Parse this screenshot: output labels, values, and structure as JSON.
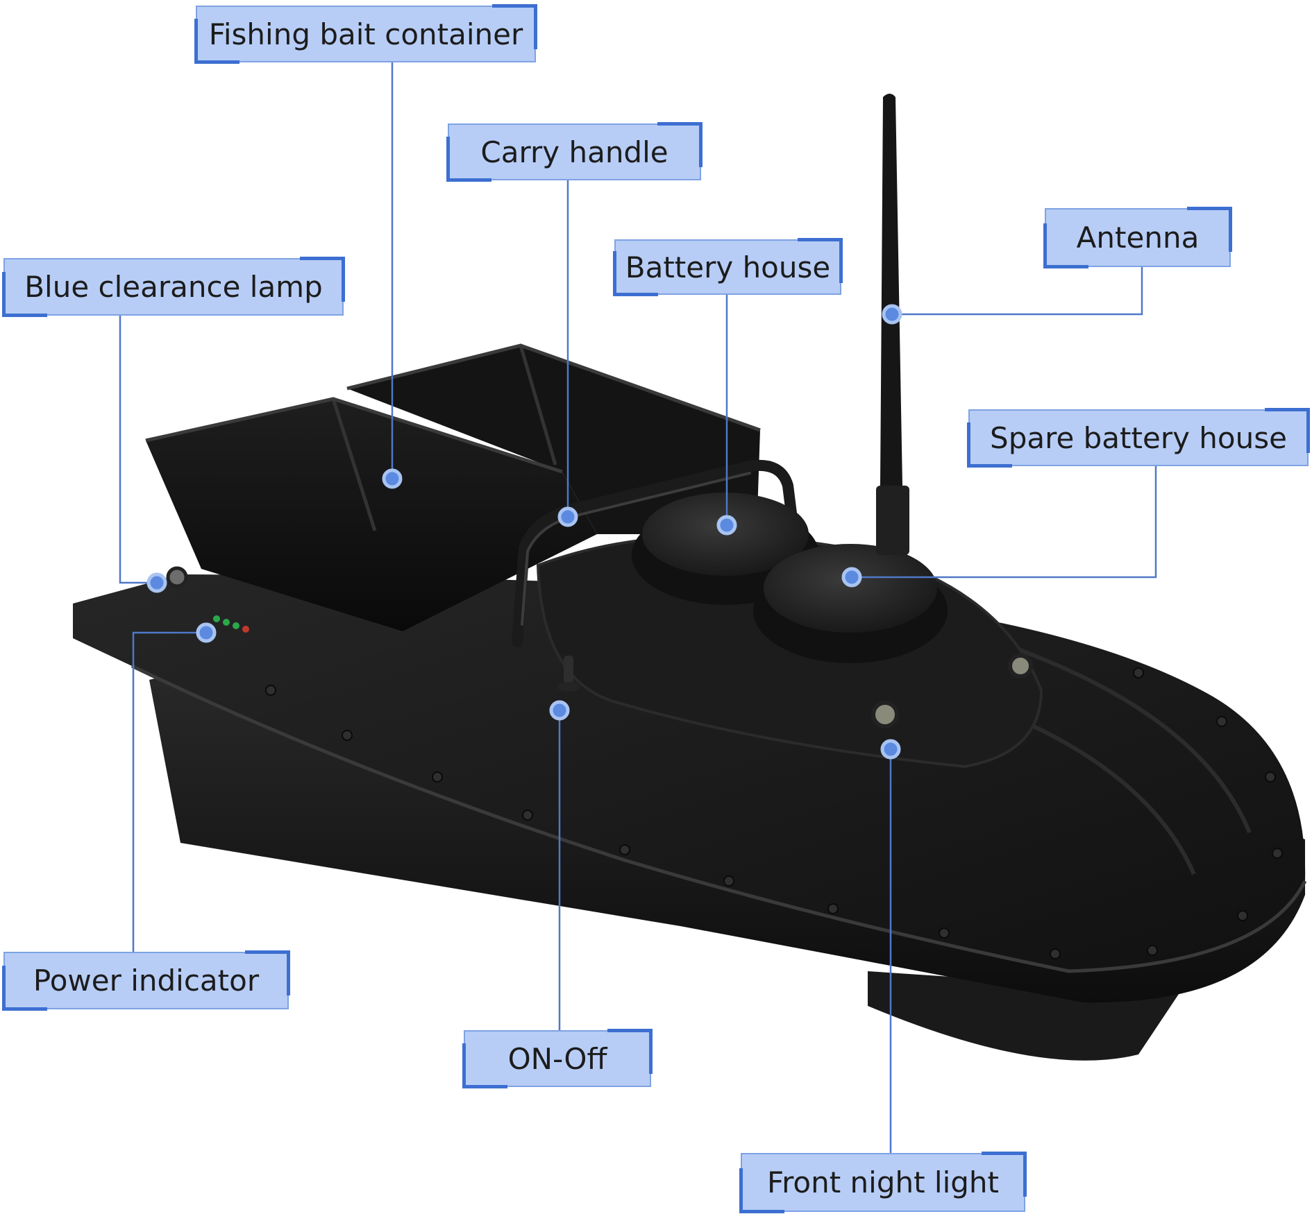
{
  "colors": {
    "label_fill": "#b7cdf6",
    "label_border": "#7ea2e3",
    "label_accent": "#3d6fd1",
    "leader_line": "#4f78c8",
    "dot": "#5b8ae0",
    "boat_body": "#151515"
  },
  "labels": {
    "fishing_bait_container": "Fishing bait container",
    "carry_handle": "Carry handle",
    "blue_clearance_lamp": "Blue clearance lamp",
    "battery_house": "Battery house",
    "antenna": "Antenna",
    "spare_battery_house": "Spare battery house",
    "power_indicator": "Power indicator",
    "on_off": "ON-Off",
    "front_night_light": "Front night light"
  }
}
